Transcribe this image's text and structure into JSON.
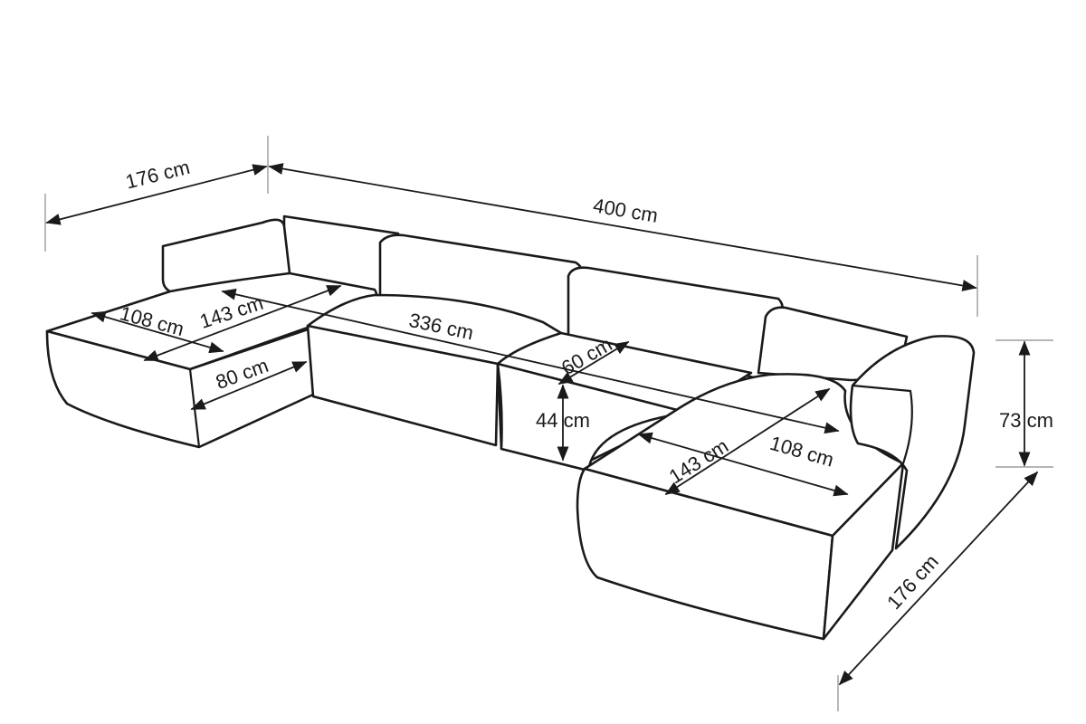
{
  "diagram": {
    "dimensions": {
      "total_width": "400 cm",
      "chaise_length_left": "176 cm",
      "chaise_length_right": "176 cm",
      "height": "73 cm",
      "seat_height": "44 cm",
      "seat_width": "336 cm",
      "seat_depth": "60 cm",
      "chaise_depth_left": "108 cm",
      "chaise_diagonal_left": "143 cm",
      "chaise_width_left": "80 cm",
      "chaise_diagonal_right": "143 cm",
      "chaise_depth_right": "108 cm"
    },
    "colors": {
      "line": "#1a1a1a",
      "background": "#ffffff"
    }
  }
}
